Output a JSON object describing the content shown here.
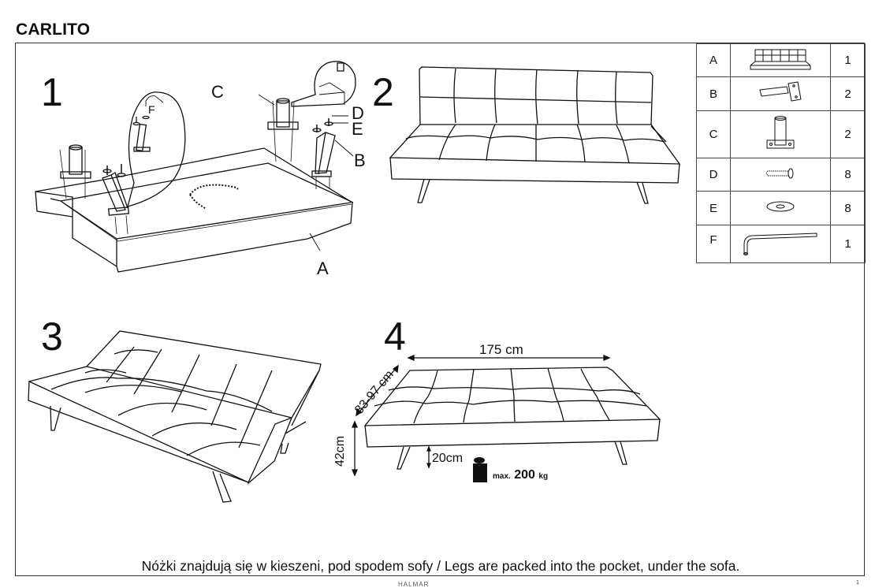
{
  "document": {
    "product_name": "CARLITO",
    "footer_note": "Nóżki znajdują się w kieszeni, pod spodem sofy / Legs are packed into the pocket, under the sofa.",
    "brand_text": "HALMAR",
    "page_mark": "1"
  },
  "steps": [
    {
      "number": "1",
      "callouts": [
        "A",
        "B",
        "C",
        "D",
        "E",
        "F"
      ]
    },
    {
      "number": "2"
    },
    {
      "number": "3"
    },
    {
      "number": "4"
    }
  ],
  "dimensions": {
    "width": "175 cm",
    "depth": "83-97 cm",
    "height": "42cm",
    "leg_clearance": "20cm",
    "max_load_prefix": "max.",
    "max_load_value": "200",
    "max_load_unit": "kg"
  },
  "parts_list": [
    {
      "letter": "A",
      "icon": "sofa-icon",
      "qty": "1"
    },
    {
      "letter": "B",
      "icon": "leg-bracket-icon",
      "qty": "2"
    },
    {
      "letter": "C",
      "icon": "leg-mount-icon",
      "qty": "2"
    },
    {
      "letter": "D",
      "icon": "screw-icon",
      "qty": "8"
    },
    {
      "letter": "E",
      "icon": "washer-icon",
      "qty": "8"
    },
    {
      "letter": "F",
      "icon": "allen-key-icon",
      "qty": "1"
    }
  ]
}
